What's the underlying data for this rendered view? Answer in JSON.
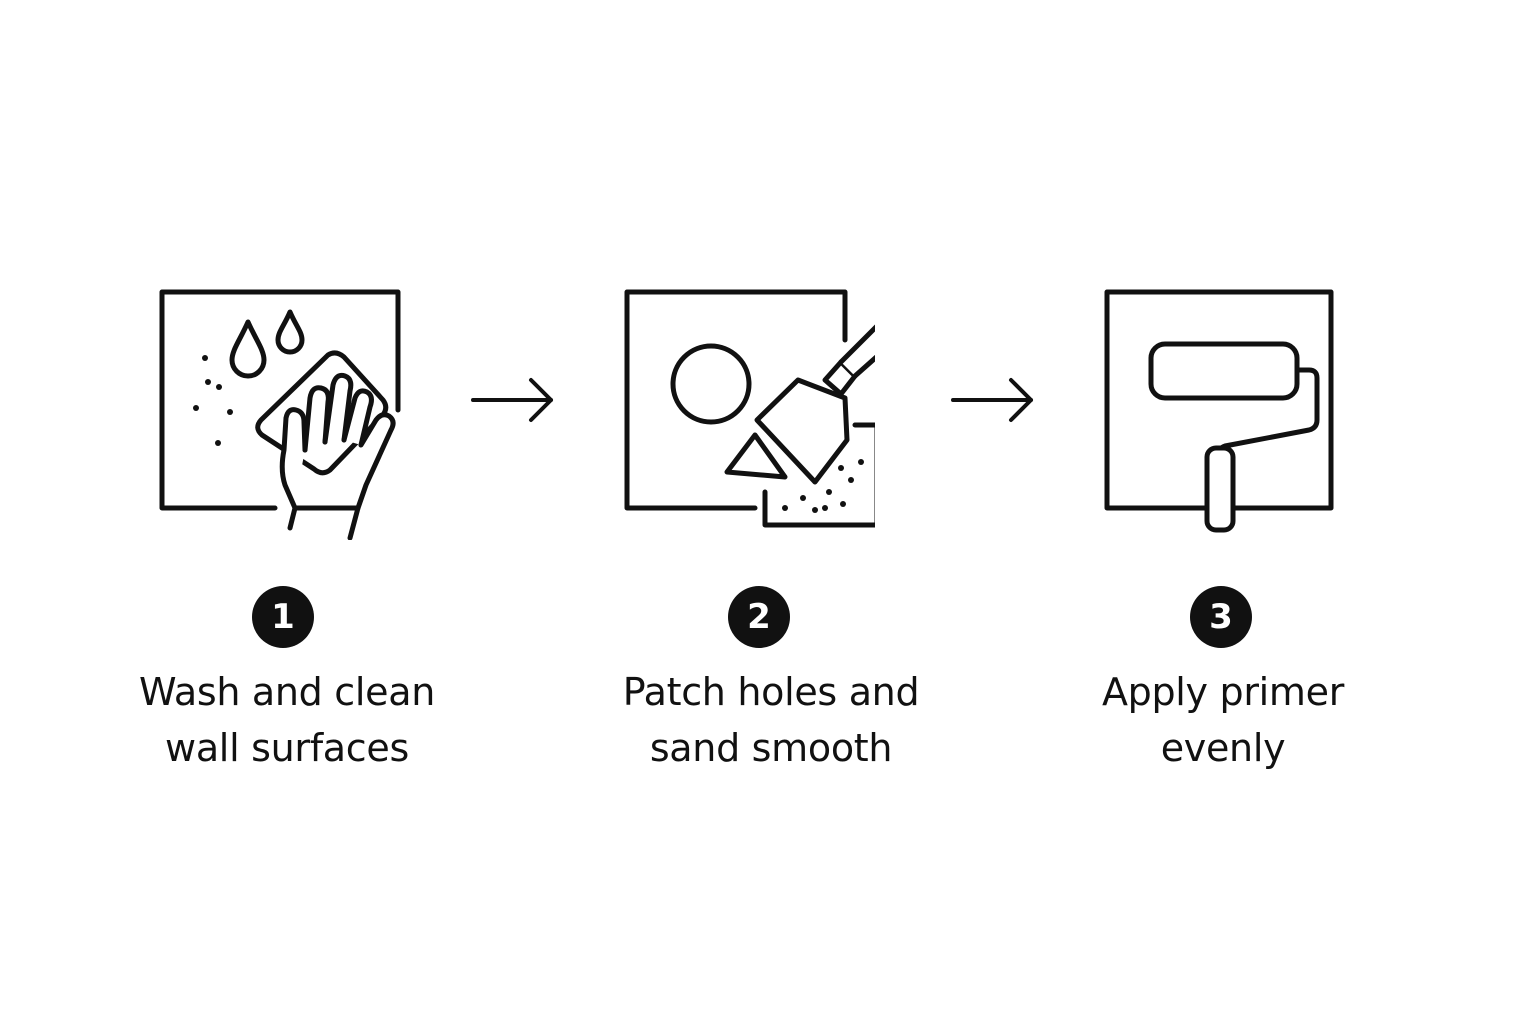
{
  "colors": {
    "ink": "#111111",
    "background": "#ffffff"
  },
  "steps": [
    {
      "number": "1",
      "label_line1": "Wash and clean",
      "label_line2": "wall surfaces",
      "icon": "wash-wall-icon"
    },
    {
      "number": "2",
      "label_line1": "Patch holes and",
      "label_line2": "sand smooth",
      "icon": "patch-sand-icon"
    },
    {
      "number": "3",
      "label_line1": "Apply primer",
      "label_line2": "evenly",
      "icon": "paint-roller-icon"
    }
  ],
  "connectors": [
    {
      "icon": "arrow-right-icon"
    },
    {
      "icon": "arrow-right-icon"
    }
  ]
}
